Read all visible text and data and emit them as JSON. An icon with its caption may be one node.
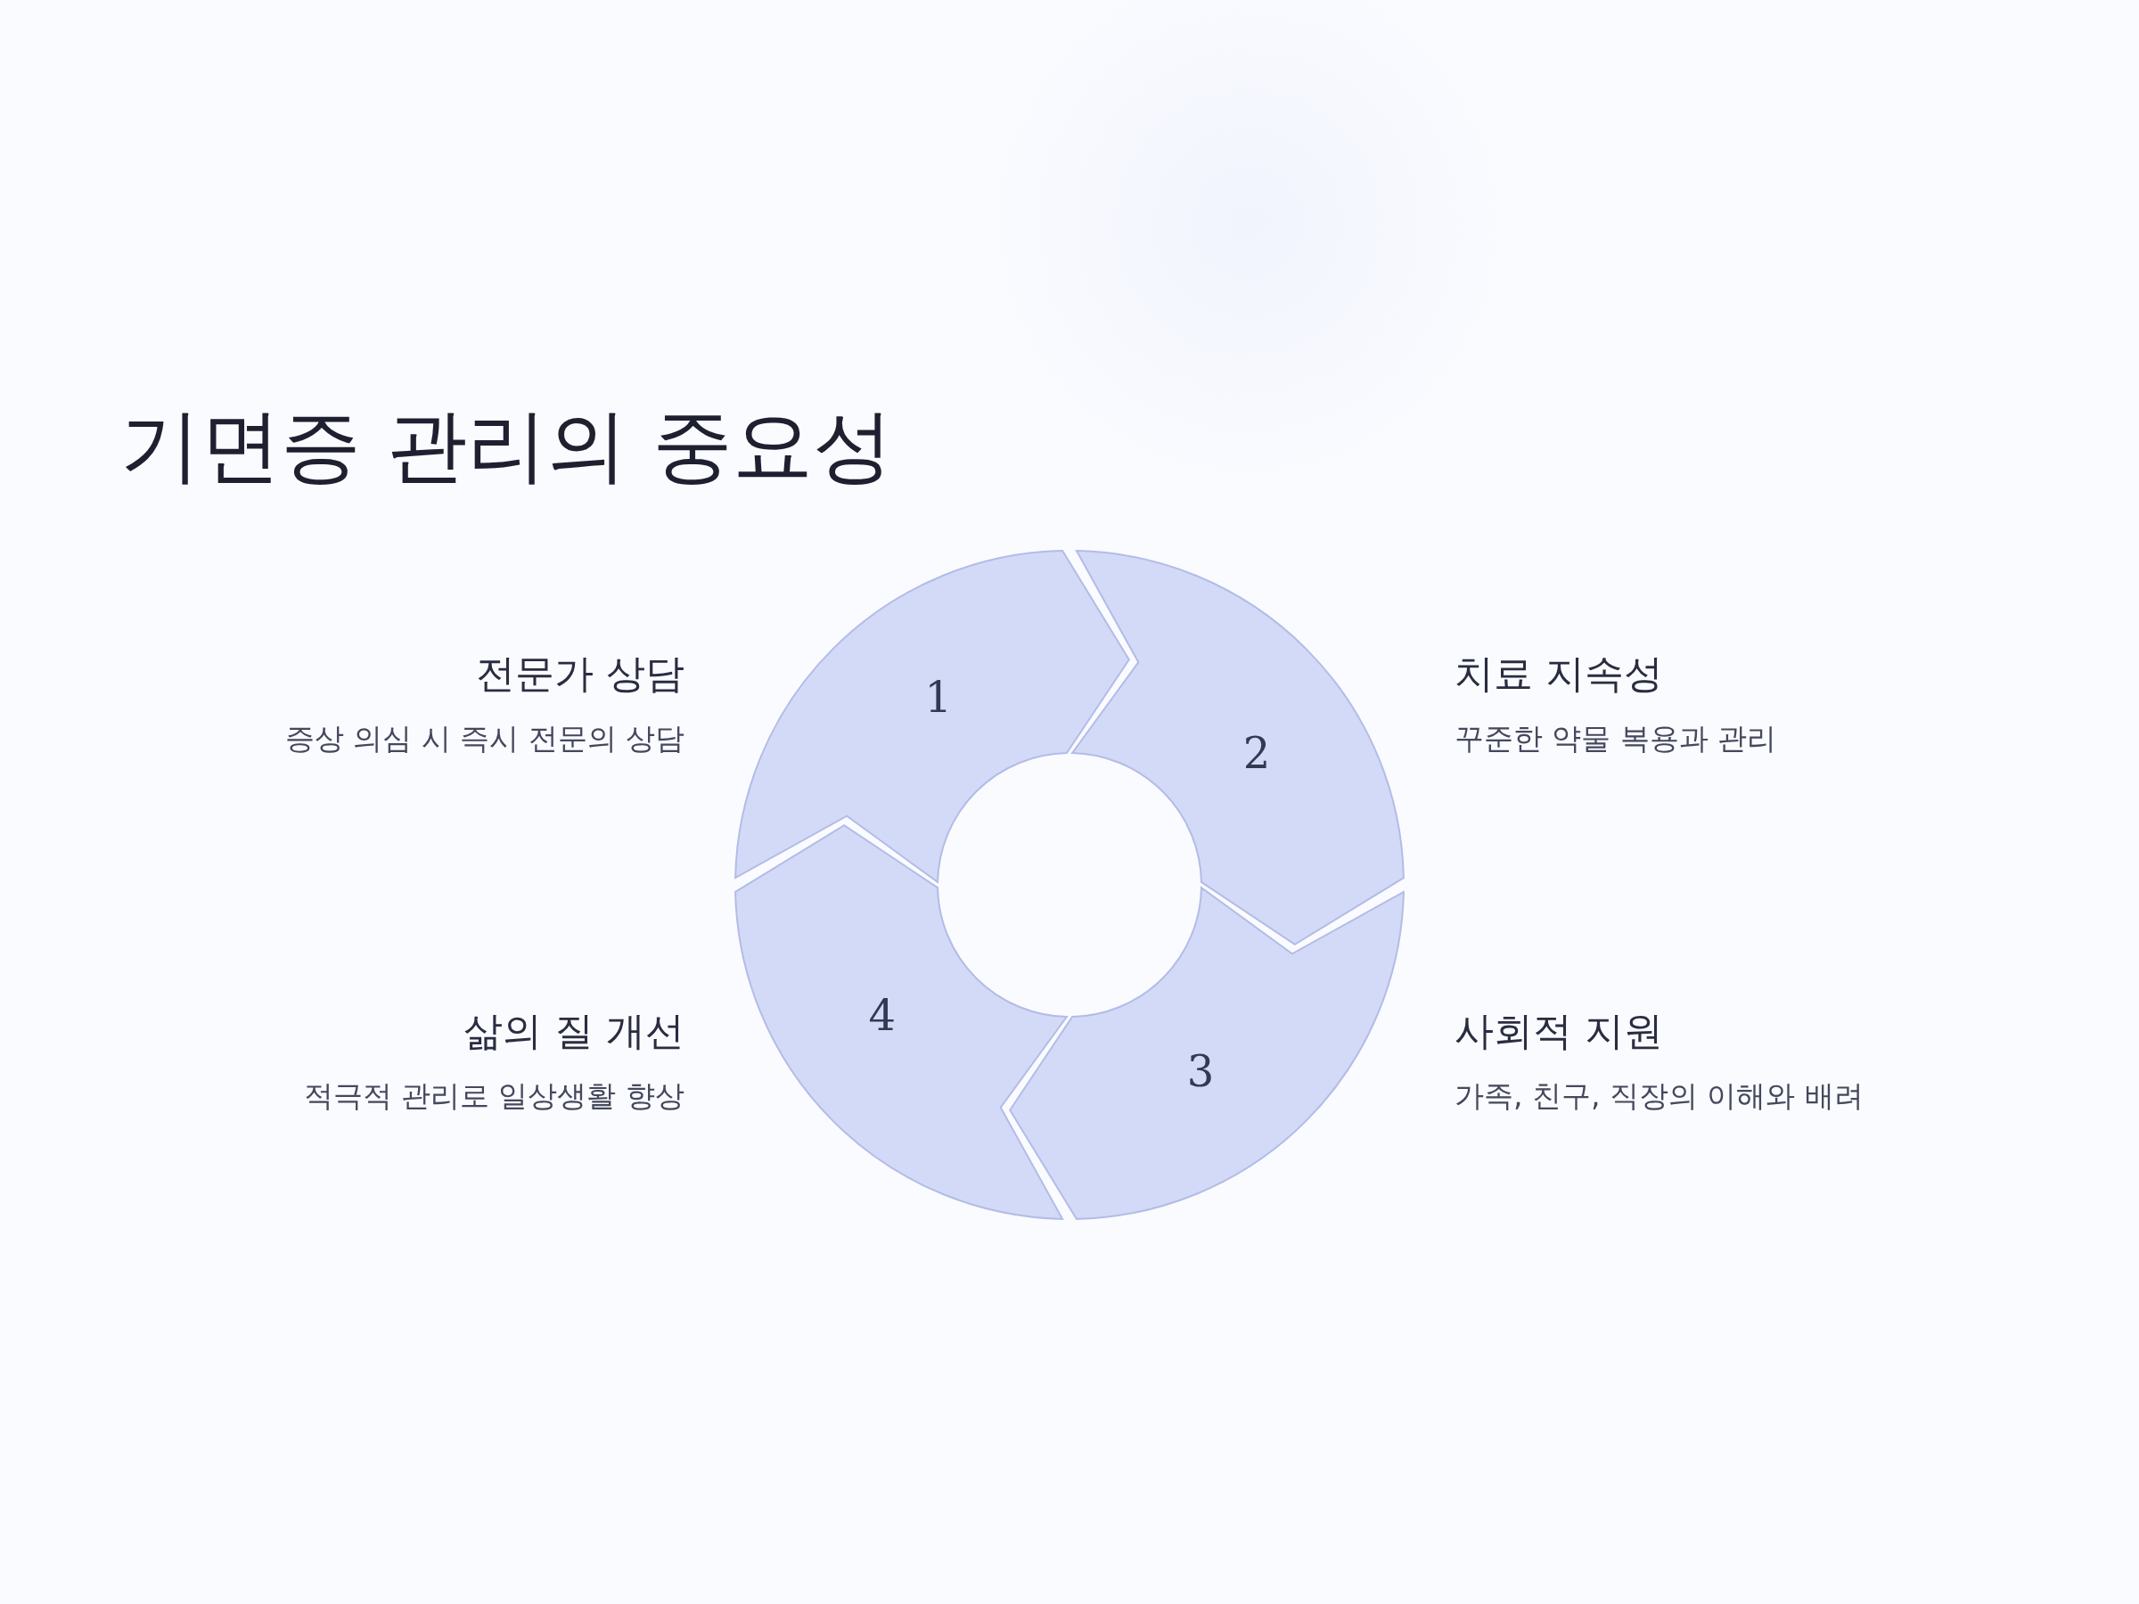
{
  "diagram": {
    "title": "기면증 관리의 중요성",
    "nodes": [
      {
        "text": [
          "1"
        ],
        "beside": [
          "전문가 상담",
          "증상 의심 시 즉시 전문의 상담"
        ]
      },
      {
        "text": [
          "2"
        ],
        "beside": [
          "치료 지속성",
          "꾸준한 약물 복용과 관리"
        ]
      },
      {
        "text": [
          "3"
        ],
        "beside": [
          "사회적 지원",
          "가족, 친구, 직장의 이해와 배려"
        ]
      },
      {
        "text": [
          "4"
        ],
        "beside": [
          "삶의 질 개선",
          "적극적 관리로 일상생활 향상"
        ]
      }
    ]
  }
}
